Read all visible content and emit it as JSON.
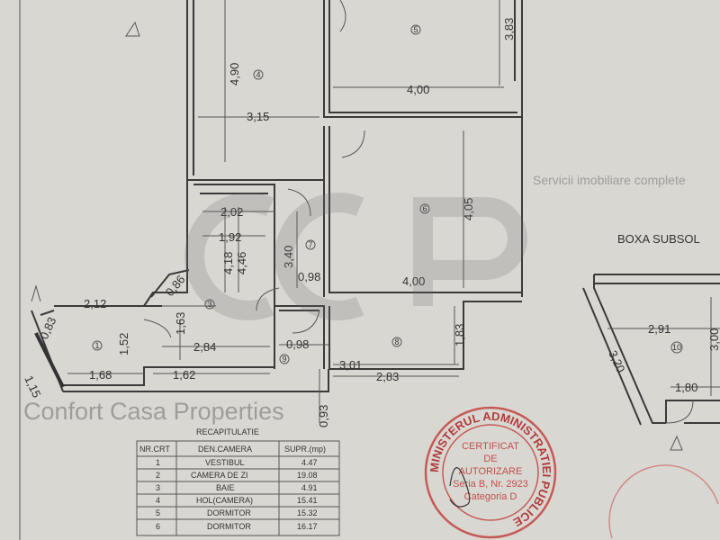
{
  "plan": {
    "basement_title": "BOXA SUBSOL",
    "dimensions": [
      "4,90",
      "3,83",
      "4,00",
      "3,15",
      "4,05",
      "2,02",
      "1,92",
      "3,40",
      "0,98",
      "4,00",
      "4,18",
      "4,46",
      "2,12",
      "0,86",
      "0,83",
      "1,52",
      "1,63",
      "2,84",
      "1,68",
      "1,62",
      "1,15",
      "0,98",
      "3,01",
      "2,83",
      "1,83",
      "0,93",
      "2,91",
      "3,00",
      "3,20",
      "1,80"
    ],
    "rooms": [
      "4",
      "5",
      "6",
      "7",
      "8",
      "9",
      "3",
      "1",
      "10"
    ]
  },
  "watermark": {
    "brand": "Confort Casa Properties",
    "tagline": "Servicii imobiliare complete"
  },
  "table": {
    "title": "RECAPITULATIE",
    "headers": [
      "NR.CRT",
      "DEN.CAMERA",
      "SUPR.(mp)"
    ],
    "rows": [
      [
        "1",
        "VESTIBUL",
        "4.47"
      ],
      [
        "2",
        "CAMERA DE ZI",
        "19.08"
      ],
      [
        "3",
        "BAIE",
        "4.91"
      ],
      [
        "4",
        "HOL(CAMERA)",
        "15.41"
      ],
      [
        "5",
        "DORMITOR",
        "15.32"
      ],
      [
        "6",
        "DORMITOR",
        "16.17"
      ]
    ]
  },
  "stamp": {
    "ring": "MINISTERUL ADMINISTRATIEI PUBLICE",
    "lines": [
      "CERTIFICAT",
      "DE",
      "AUTORIZARE",
      "Seria B, Nr. 2923",
      "Categoria D"
    ]
  }
}
